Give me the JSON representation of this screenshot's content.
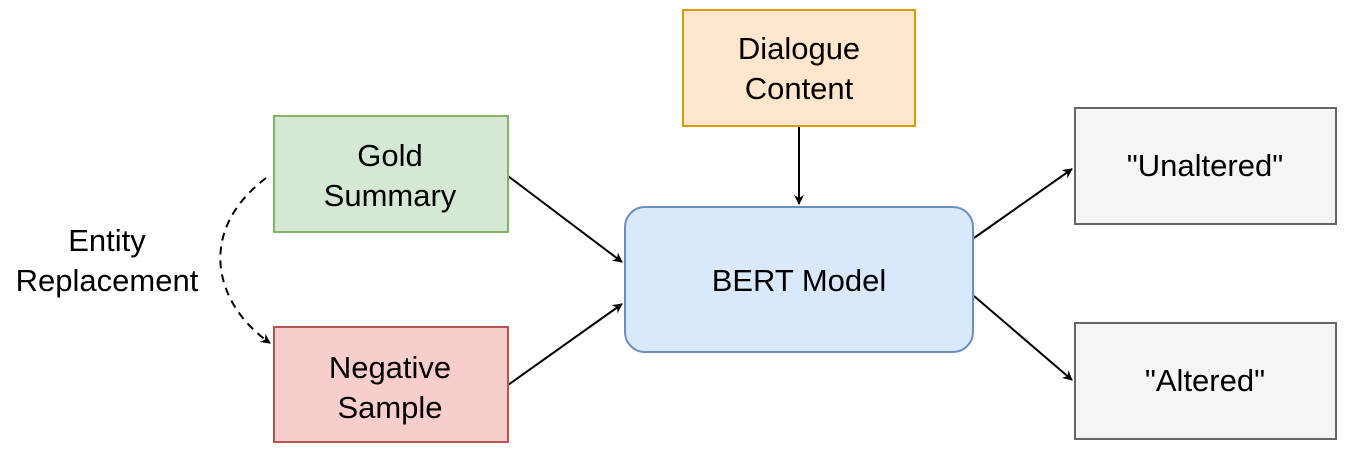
{
  "nodes": {
    "dialogue": {
      "line1": "Dialogue",
      "line2": "Content",
      "fill": "#ffe6cc",
      "stroke": "#d79b00"
    },
    "gold": {
      "line1": "Gold",
      "line2": "Summary",
      "fill": "#d5e8d4",
      "stroke": "#82b366"
    },
    "negative": {
      "line1": "Negative",
      "line2": "Sample",
      "fill": "#f8cecc",
      "stroke": "#b85450"
    },
    "bert": {
      "label": "BERT Model",
      "fill": "#dae8fc",
      "stroke": "#6c8ebf"
    },
    "unaltered": {
      "label": "\"Unaltered\"",
      "fill": "#f5f5f5",
      "stroke": "#666666"
    },
    "altered": {
      "label": "\"Altered\"",
      "fill": "#f5f5f5",
      "stroke": "#666666"
    }
  },
  "edge_labels": {
    "entity_replacement": {
      "line1": "Entity",
      "line2": "Replacement"
    }
  }
}
